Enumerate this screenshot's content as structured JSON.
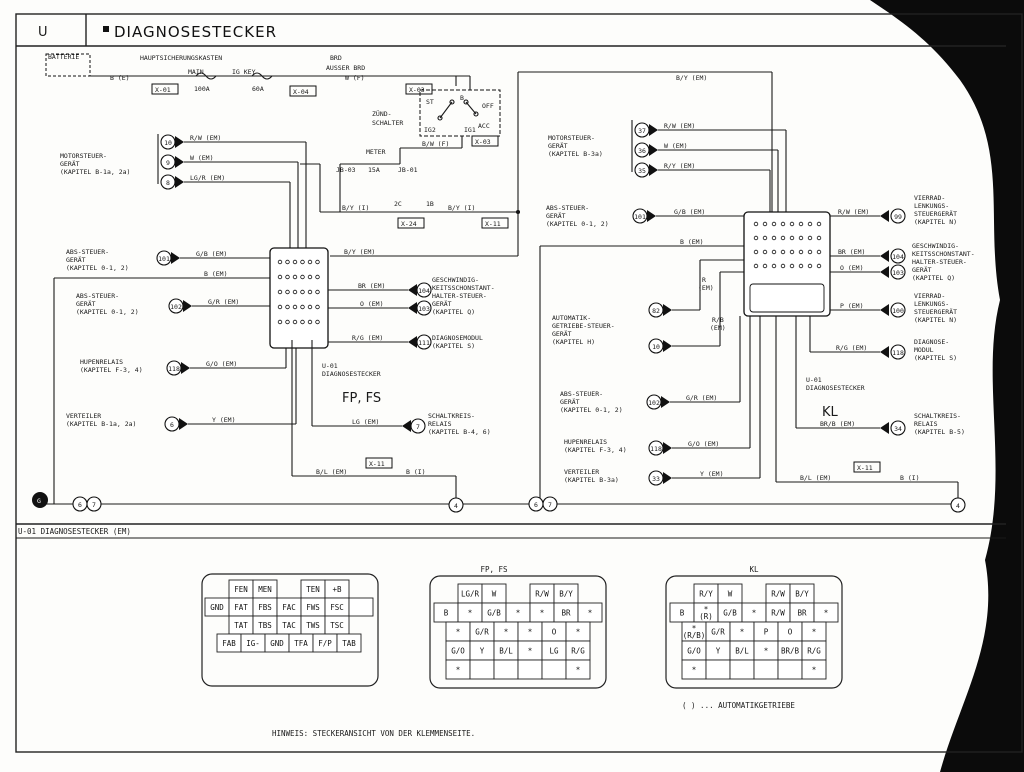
{
  "header": {
    "section": "U",
    "title": "DIAGNOSESTECKER"
  },
  "power": {
    "battery": "BATTERIE",
    "fusebox": "HAUPTSICHERUNGSKASTEN",
    "brd": "BRD",
    "ausser_brd": "AUSSER BRD",
    "main": "MAIN",
    "main_amp": "100A",
    "igkey": "IG KEY",
    "igkey_amp": "60A",
    "wire_bie": "B (E)",
    "wire_wf": "W (F)",
    "x01": "X-01",
    "x04": "X-04",
    "x03a": "X-03",
    "x03b": "X-03",
    "switch_label": "ZÜND-\nSCHALTER",
    "sw_st": "ST",
    "sw_ig2": "IG2",
    "sw_acc": "ACC",
    "sw_ig1": "IG1",
    "sw_off": "OFF",
    "sw_b": "B",
    "bw_f": "B/W (F)",
    "meter": "METER",
    "meter_amp": "15A",
    "jb01": "JB-01",
    "jb03": "JB-03",
    "by_i_a": "B/Y (I)",
    "by_i_b": "B/Y (I)",
    "c2": "2C",
    "c1b": "1B",
    "x24": "X-24",
    "x11a": "X-11",
    "by_em_top": "B/Y (EM)"
  },
  "left": {
    "motor": "MOTORSTEUER-\nGERÄT\n(KAPITEL B-1a, 2a)",
    "pins_motor": [
      {
        "pin": "10",
        "wire": "R/W (EM)"
      },
      {
        "pin": "9",
        "wire": "W (EM)"
      },
      {
        "pin": "8",
        "wire": "LG/R (EM)"
      }
    ],
    "abs1": "ABS-STEUER-\nGERÄT\n(KAPITEL 0-1, 2)",
    "abs1_pin": "101",
    "abs1_wire": "G/B (EM)",
    "b_em": "B (EM)",
    "abs2": "ABS-STEUER-\nGERÄT\n(KAPITEL 0-1, 2)",
    "abs2_pin": "102",
    "abs2_wire": "G/R (EM)",
    "hupe": "HUPENRELAIS\n(KAPITEL F-3, 4)",
    "hupe_pin": "118",
    "hupe_wire": "G/O (EM)",
    "vert": "VERTEILER\n(KAPITEL B-1a, 2a)",
    "vert_pin": "6",
    "vert_wire": "Y (EM)",
    "by_em": "B/Y (EM)",
    "br_em": "BR (EM)",
    "o_em": "O (EM)",
    "rg_em": "R/G (EM)",
    "lg_em": "LG (EM)",
    "geschw": "GESCHWINDIG-\nKEITSSCHONSTANT-\nHALTER-STEUER-\nGERÄT\n(KAPITEL Q)",
    "geschw_pin_a": "104",
    "geschw_pin_b": "103",
    "diagmod": "DIAGNOSEMODUL\n(KAPITEL S)",
    "diagmod_pin": "111",
    "schalt": "SCHALTKREIS-\nRELAIS\n(KAPITEL B-4, 6)",
    "schalt_pin": "7",
    "u01": "U-01\nDIAGNOSESTECKER",
    "fpfs": "FP, FS",
    "x11": "X-11",
    "bl_em": "B/L (EM)",
    "b_i": "B (I)",
    "node4": "4",
    "nodeG": "G",
    "n6": "6",
    "n7": "7"
  },
  "right": {
    "motor": "MOTORSTEUER-\nGERÄT\n(KAPITEL B-3a)",
    "pins_motor": [
      {
        "pin": "37",
        "wire": "R/W (EM)"
      },
      {
        "pin": "36",
        "wire": "W (EM)"
      },
      {
        "pin": "35",
        "wire": "R/Y (EM)"
      }
    ],
    "abs1": "ABS-STEUER-\nGERÄT\n(KAPITEL 0-1, 2)",
    "abs1_pin": "101",
    "abs1_wire": "G/B (EM)",
    "b_em": "B (EM)",
    "auto": "AUTOMATIK-\nGETRIEBE-STEUER-\nGERÄT\n(KAPITEL H)",
    "auto_pin_a": "82",
    "auto_pin_b": "10",
    "r_em": "R\n(EM)",
    "rb_em": "R/B\n(EM)",
    "abs2": "ABS-STEUER-\nGERÄT\n(KAPITEL 0-1, 2)",
    "abs2_pin": "102",
    "abs2_wire": "G/R (EM)",
    "hupe": "HUPENRELAIS\n(KAPITEL F-3, 4)",
    "hupe_pin": "118",
    "hupe_wire": "G/O (EM)",
    "vert": "VERTEILER\n(KAPITEL B-3a)",
    "vert_pin": "33",
    "vert_wire": "Y (EM)",
    "rw_em": "R/W (EM)",
    "br_em": "BR (EM)",
    "o_em": "O (EM)",
    "p_em": "P (EM)",
    "rg_em": "R/G (EM)",
    "brb_em": "BR/B (EM)",
    "bl_em": "B/L (EM)",
    "b_i": "B (I)",
    "x11": "X-11",
    "vierrad1": "VIERRAD-\nLENKUNGS-\nSTEUERGERÄT\n(KAPITEL N)",
    "vierrad1_pin": "99",
    "geschw": "GESCHWINDIG-\nKEITSSCHONSTANT-\nHALTER-STEUER-\nGERÄT\n(KAPITEL Q)",
    "geschw_pin_a": "104",
    "geschw_pin_b": "103",
    "vierrad2": "VIERRAD-\nLENKUNGS-\nSTEUERGERÄT\n(KAPITEL N)",
    "vierrad2_pin": "100",
    "diagmod": "DIAGNOSE-\nMODUL\n(KAPITEL S)",
    "diagmod_pin": "118",
    "schalt": "SCHALTKREIS-\nRELAIS\n(KAPITEL B-5)",
    "schalt_pin": "34",
    "u01": "U-01\nDIAGNOSESTECKER",
    "kl": "KL",
    "node4": "4",
    "n6": "6",
    "n7": "7"
  },
  "bottom": {
    "section_title": "U-01 DIAGNOSESTECKER (EM)",
    "c1_rows": [
      [
        "FEN",
        "MEN",
        "",
        "TEN",
        "+B"
      ],
      [
        "GND",
        "FAT",
        "FBS",
        "FAC",
        "FWS",
        "FSC",
        ""
      ],
      [
        "TAT",
        "TBS",
        "TAC",
        "TWS",
        "TSC"
      ],
      [
        "FAB",
        "IG-",
        "GND",
        "TFA",
        "F/P",
        "TAB"
      ]
    ],
    "c2_label": "FP, FS",
    "c2_rows": [
      [
        "LG/R",
        "W",
        "",
        "R/W",
        "B/Y"
      ],
      [
        "B",
        "*",
        "G/B",
        "*",
        "*",
        "BR",
        "*"
      ],
      [
        "*",
        "G/R",
        "*",
        "*",
        "O",
        "*"
      ],
      [
        "G/O",
        "Y",
        "B/L",
        "*",
        "LG",
        "R/G"
      ],
      [
        "*",
        "",
        "",
        "",
        "",
        "*"
      ]
    ],
    "c3_label": "KL",
    "c3_rows": [
      [
        "R/Y",
        "W",
        "",
        "R/W",
        "B/Y"
      ],
      [
        "B",
        "*\n(R)",
        "G/B",
        "*",
        "R/W",
        "BR",
        "*"
      ],
      [
        "*\n(R/B)",
        "G/R",
        "*",
        "P",
        "O",
        "*"
      ],
      [
        "G/O",
        "Y",
        "B/L",
        "*",
        "BR/B",
        "R/G"
      ],
      [
        "*",
        "",
        "",
        "",
        "",
        "*"
      ]
    ],
    "legend": "( ) ... AUTOMATIKGETRIEBE",
    "note": "HINWEIS:  STECKERANSICHT VON DER KLEMMENSEITE."
  }
}
